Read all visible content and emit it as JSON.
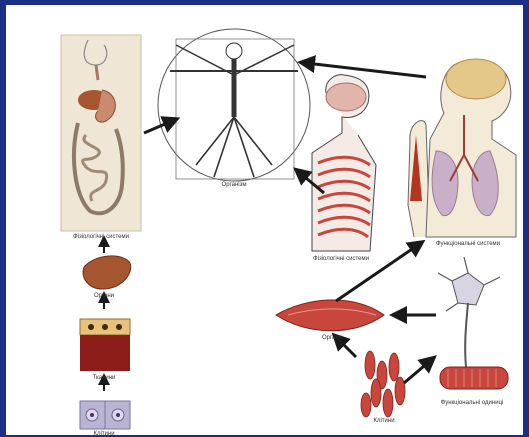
{
  "labels": {
    "organism": "Організм",
    "physio_systems_left": "Фізіологічні системи",
    "physio_systems_mid": "Фізіологічні системи",
    "functional_systems": "Функціональні системи",
    "organs_left": "Органи",
    "tissues": "Тканини",
    "cells_left": "Клітини",
    "organs_mid": "Органи",
    "cells_bottom": "Клітини",
    "functional_units": "Функціональні одиниці"
  },
  "colors": {
    "frame": "#1c2f86",
    "paper": "#ffffff",
    "arrow": "#1a1a1a",
    "muscle": "#c8463c",
    "organ": "#a5552f",
    "lung": "#c9b0c8",
    "brain": "#e1b5aa",
    "tissue_dark": "#8c1d1a",
    "tissue_cell": "#e8c27a",
    "cell": "#b9b3d4"
  }
}
